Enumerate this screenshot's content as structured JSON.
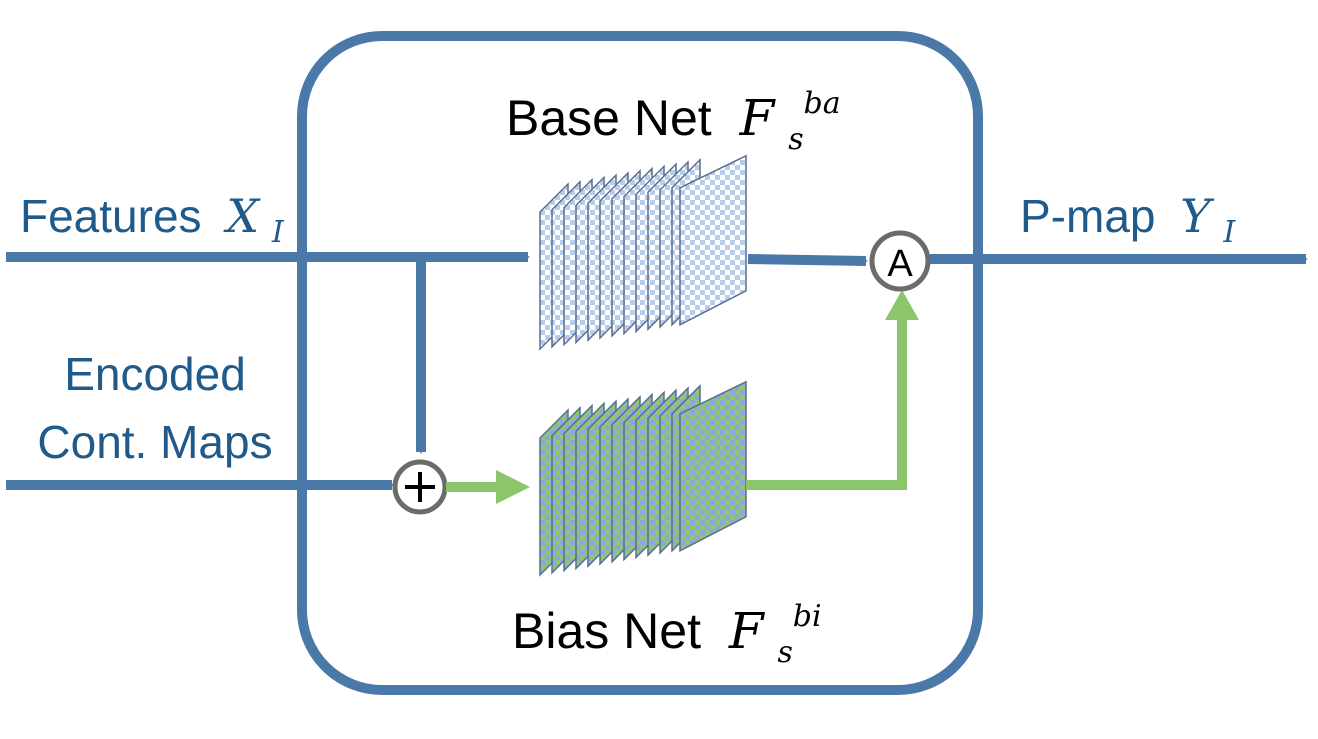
{
  "module": {
    "base_net": {
      "name": "Base Net",
      "symbol": "F",
      "sub": "s",
      "sup": "ba"
    },
    "bias_net": {
      "name": "Bias Net",
      "symbol": "F",
      "sub": "s",
      "sup": "bi"
    }
  },
  "inputs": {
    "features": {
      "label": "Features",
      "symbol": "X",
      "sub": "I"
    },
    "encoded": {
      "line1": "Encoded",
      "line2": "Cont. Maps"
    }
  },
  "output": {
    "label": "P-map",
    "symbol": "Y",
    "sub": "I"
  },
  "operators": {
    "add": "+",
    "attention": "A"
  },
  "colors": {
    "blue": "#4a78a8",
    "green": "#8cc56a",
    "label_blue": "#1f5a8a",
    "tile_light": "#b8cdea",
    "tile_green": "#8ec86b",
    "tile_blue": "#8ea6dd",
    "operator_ring": "#6b6b6b"
  }
}
